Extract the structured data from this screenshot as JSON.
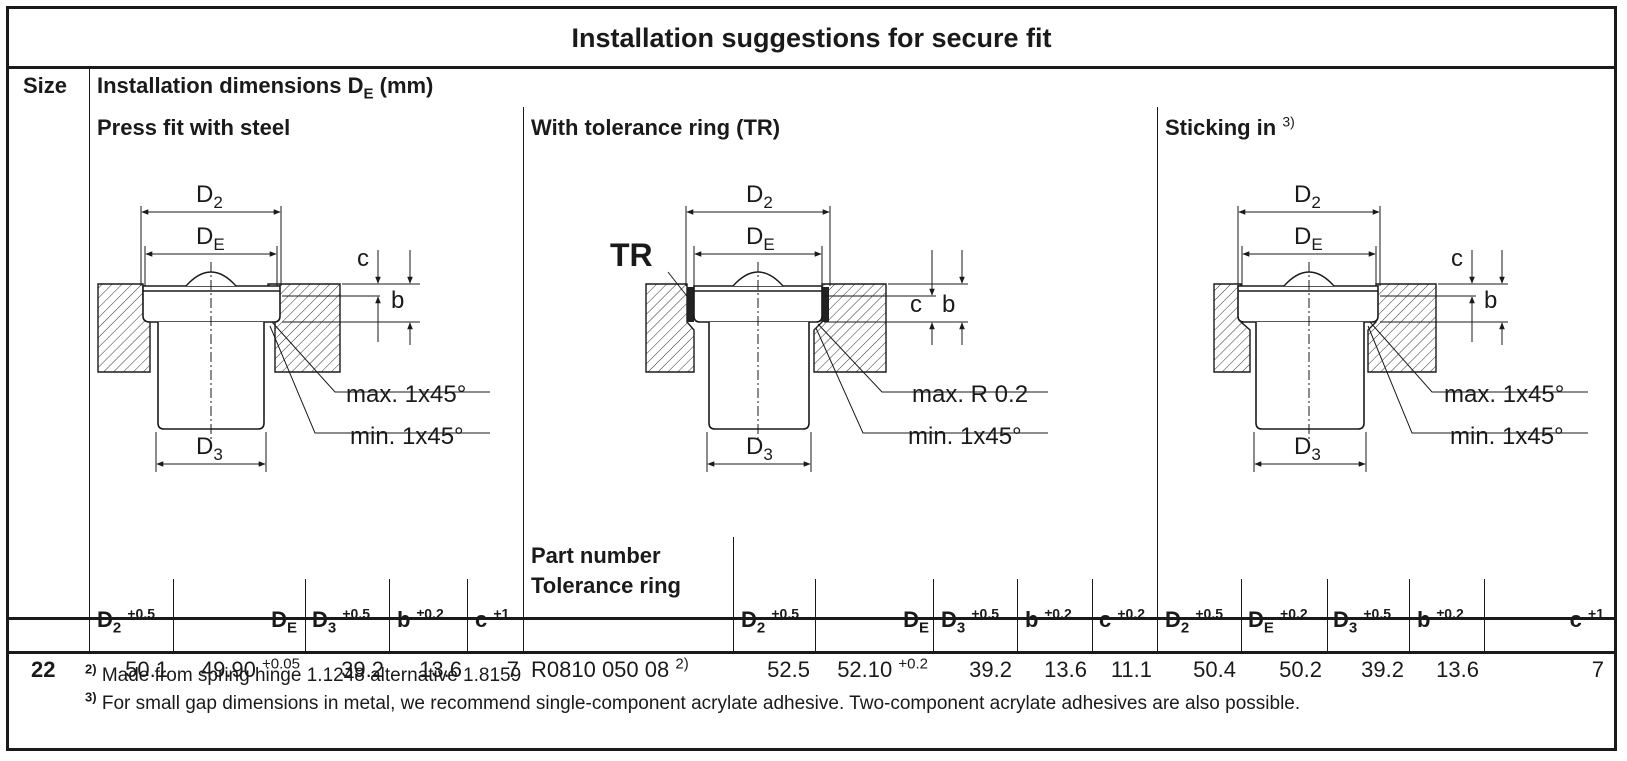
{
  "title": "Installation suggestions for secure fit",
  "size_header": "Size",
  "dimensions_header": {
    "text": "Installation dimensions D",
    "sub": "E",
    "suffix": " (mm)"
  },
  "sections": {
    "press_fit": "Press fit with steel",
    "tolerance_ring": "With tolerance ring (TR)",
    "sticking": {
      "text": "Sticking in",
      "note": "3)"
    }
  },
  "part_number_header": {
    "line1": "Part number",
    "line2": "Tolerance ring"
  },
  "diagram_labels": {
    "d2": {
      "main": "D",
      "sub": "2"
    },
    "de": {
      "main": "D",
      "sub": "E"
    },
    "d3": {
      "main": "D",
      "sub": "3"
    },
    "b": "b",
    "c": "c",
    "tr": "TR",
    "max_chamfer": "max. 1x45°",
    "min_chamfer": "min. 1x45°",
    "max_radius": "max. R 0.2"
  },
  "columns": {
    "press_fit": [
      {
        "main": "D",
        "sub": "2",
        "tol": "+0.5"
      },
      {
        "main": "D",
        "sub": "E",
        "tol": ""
      },
      {
        "main": "D",
        "sub": "3",
        "tol": "+0.5"
      },
      {
        "main": "b",
        "sub": "",
        "tol": "±0.2"
      },
      {
        "main": "c",
        "sub": "",
        "tol": "+1"
      }
    ],
    "tolerance_ring": [
      {
        "main": "D",
        "sub": "2",
        "tol": "+0.5"
      },
      {
        "main": "D",
        "sub": "E",
        "tol": ""
      },
      {
        "main": "D",
        "sub": "3",
        "tol": "+0.5"
      },
      {
        "main": "b",
        "sub": "",
        "tol": "±0.2"
      },
      {
        "main": "c",
        "sub": "",
        "tol": "+0.2"
      }
    ],
    "sticking": [
      {
        "main": "D",
        "sub": "2",
        "tol": "+0.5"
      },
      {
        "main": "D",
        "sub": "E",
        "tol": "+0.2"
      },
      {
        "main": "D",
        "sub": "3",
        "tol": "+0.5"
      },
      {
        "main": "b",
        "sub": "",
        "tol": "±0.2"
      },
      {
        "main": "c",
        "sub": "",
        "tol": "+1"
      }
    ]
  },
  "row": {
    "size": "22",
    "press_fit": {
      "d2": "50.1",
      "de": "49.90",
      "de_tol": "+0.05",
      "d3": "39.2",
      "b": "13.6",
      "c": "7"
    },
    "part_number": {
      "value": "R0810 050 08",
      "note": "2)"
    },
    "tolerance_ring": {
      "d2": "52.5",
      "de": "52.10",
      "de_tol": "+0.2",
      "d3": "39.2",
      "b": "13.6",
      "c": "11.1"
    },
    "sticking": {
      "d2": "50.4",
      "de": "50.2",
      "d3": "39.2",
      "b": "13.6",
      "c": "7"
    }
  },
  "footnotes": [
    {
      "mark": "2)",
      "text": "Made from spring hinge 1.1248 alternative 1.8159"
    },
    {
      "mark": "3)",
      "text": "For small gap dimensions in metal, we recommend single-component acrylate adhesive. Two-component acrylate adhesives are also possible."
    }
  ]
}
